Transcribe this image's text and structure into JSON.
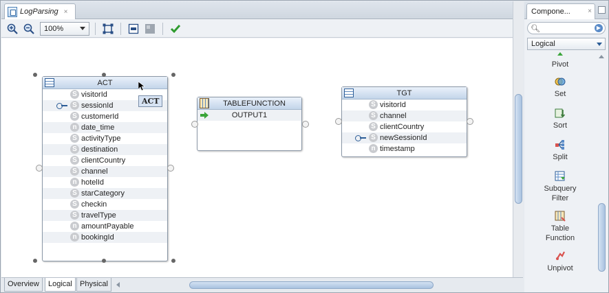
{
  "editor": {
    "tab_title": "LogParsing",
    "tab_close": "×",
    "zoom_value": "100%"
  },
  "canvas": {
    "tooltip": "ACT",
    "nodes": {
      "act": {
        "title": "ACT",
        "attributes": [
          {
            "name": "visitorId",
            "badge": "S",
            "key": false
          },
          {
            "name": "sessionId",
            "badge": "S",
            "key": true
          },
          {
            "name": "customerId",
            "badge": "S",
            "key": false
          },
          {
            "name": "date_time",
            "badge": "n",
            "key": false
          },
          {
            "name": "activityType",
            "badge": "S",
            "key": false
          },
          {
            "name": "destination",
            "badge": "S",
            "key": false
          },
          {
            "name": "clientCountry",
            "badge": "S",
            "key": false
          },
          {
            "name": "channel",
            "badge": "S",
            "key": false
          },
          {
            "name": "hotelId",
            "badge": "n",
            "key": false
          },
          {
            "name": "starCategory",
            "badge": "S",
            "key": false
          },
          {
            "name": "checkin",
            "badge": "S",
            "key": false
          },
          {
            "name": "travelType",
            "badge": "S",
            "key": false
          },
          {
            "name": "amountPayable",
            "badge": "n",
            "key": false
          },
          {
            "name": "bookingId",
            "badge": "n",
            "key": false
          }
        ]
      },
      "tablefunction": {
        "title": "TABLEFUNCTION",
        "outputs": [
          "OUTPUT1"
        ]
      },
      "tgt": {
        "title": "TGT",
        "attributes": [
          {
            "name": "visitorId",
            "badge": "S",
            "key": false
          },
          {
            "name": "channel",
            "badge": "S",
            "key": false
          },
          {
            "name": "clientCountry",
            "badge": "S",
            "key": false
          },
          {
            "name": "newSessionId",
            "badge": "S",
            "key": true
          },
          {
            "name": "timestamp",
            "badge": "n",
            "key": false
          }
        ]
      }
    }
  },
  "bottom_tabs": [
    {
      "label": "Overview",
      "active": false
    },
    {
      "label": "Logical",
      "active": true
    },
    {
      "label": "Physical",
      "active": false
    }
  ],
  "components": {
    "tab_title": "Compone...",
    "tab_close": "×",
    "filter_value": "Logical",
    "items": [
      {
        "label": "Pivot",
        "icon": "pivot-icon"
      },
      {
        "label": "Set",
        "icon": "set-icon"
      },
      {
        "label": "Sort",
        "icon": "sort-icon"
      },
      {
        "label": "Split",
        "icon": "split-icon"
      },
      {
        "label": "Subquery\nFilter",
        "icon": "subquery-filter-icon"
      },
      {
        "label": "Table\nFunction",
        "icon": "table-function-icon"
      },
      {
        "label": "Unpivot",
        "icon": "unpivot-icon"
      }
    ]
  },
  "colors": {
    "accent": "#2b5c96",
    "header_gradient_top": "#eaf1fa",
    "header_gradient_bottom": "#c3d5ea",
    "check_green": "#2e9b2e"
  }
}
